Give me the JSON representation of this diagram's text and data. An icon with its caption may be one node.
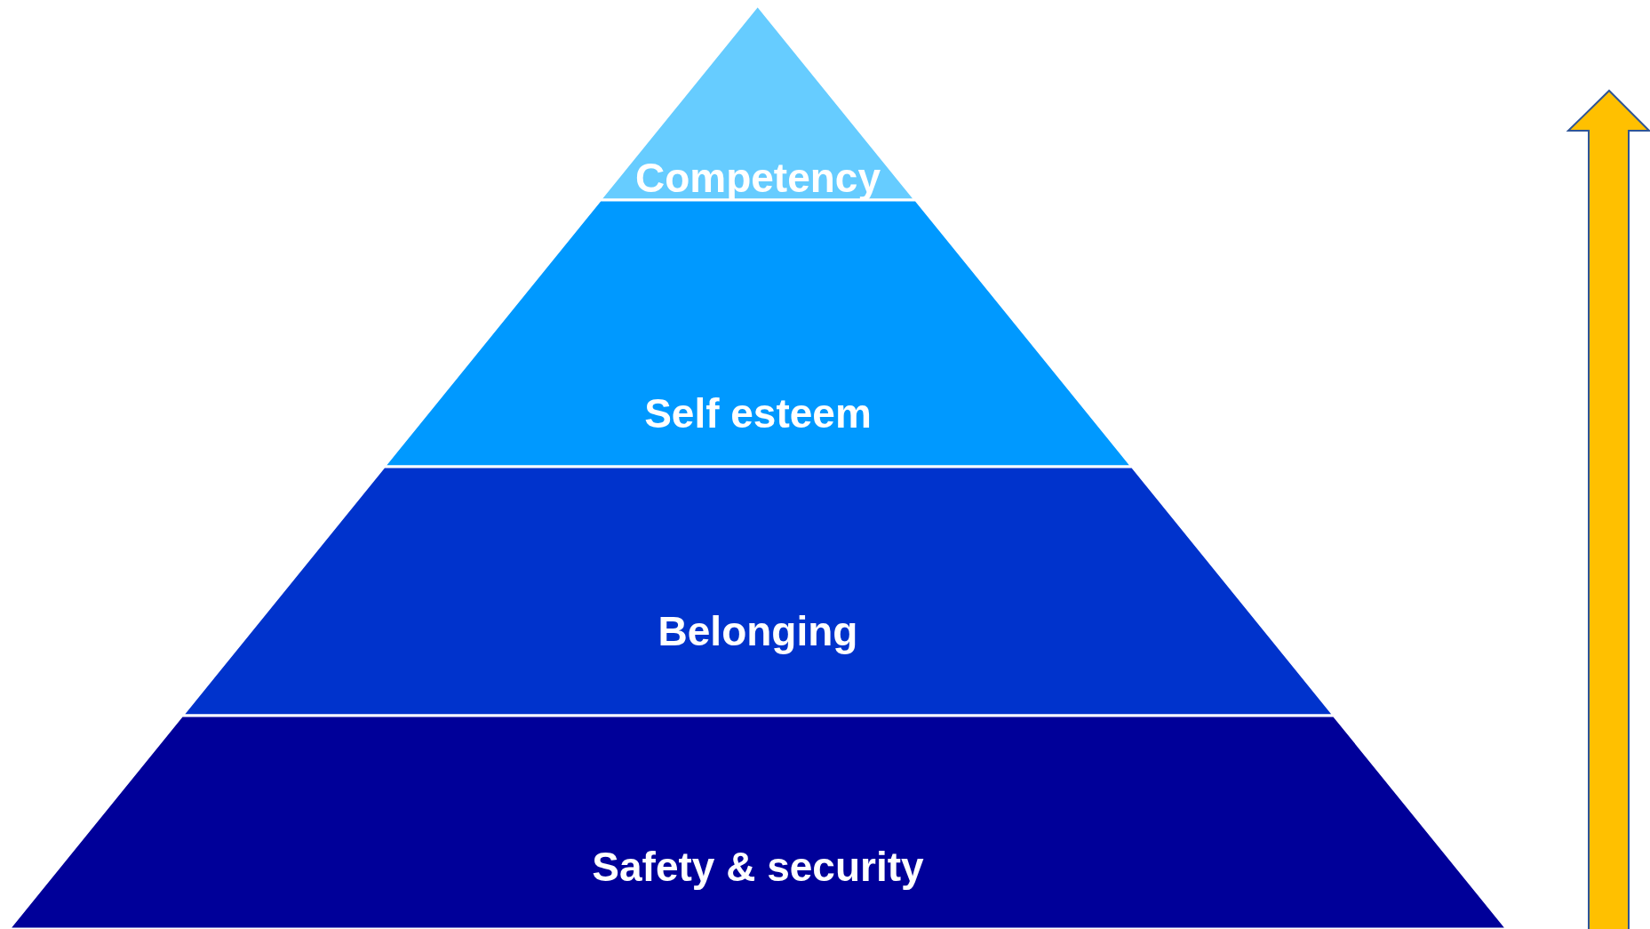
{
  "diagram": {
    "nodes": [
      {
        "text": [
          "Competency"
        ]
      },
      {
        "text": [
          "Self esteem"
        ]
      },
      {
        "text": [
          "Belonging"
        ]
      },
      {
        "text": [
          "Safety & security"
        ]
      }
    ]
  }
}
